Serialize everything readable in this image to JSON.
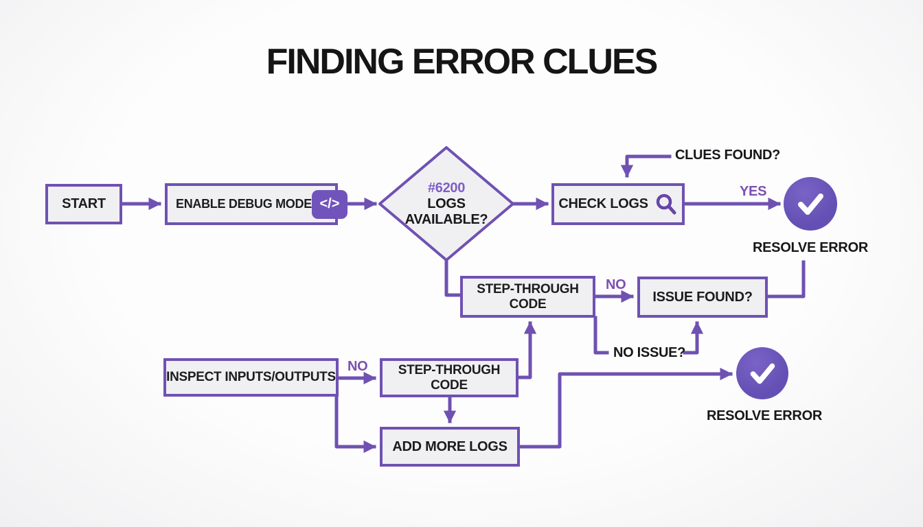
{
  "title": "FINDING ERROR CLUES",
  "colors": {
    "line": "#6f51b2",
    "boxfill": "#f0eff2",
    "circle": "#6450b4",
    "badge": "#7153bc",
    "tag": "#7e5fc5",
    "label": "#7c50ae"
  },
  "nodes": {
    "start": {
      "label": "START"
    },
    "enable_debug": {
      "label": "ENABLE DEBUG MODE",
      "icon": "</>"
    },
    "logs_available": {
      "tag": "#6200",
      "question": "LOGS AVAILABLE?"
    },
    "check_logs": {
      "label": "CHECK LOGS"
    },
    "issue_found": {
      "label": "ISSUE FOUND?"
    },
    "step_through_mid": {
      "label": "STEP-THROUGH CODE"
    },
    "inspect_io": {
      "label": "INSPECT INPUTS/OUTPUTS"
    },
    "step_through_low": {
      "label": "STEP-THROUGH CODE"
    },
    "add_more_logs": {
      "label": "ADD MORE LOGS"
    },
    "resolve_error_top": {
      "label": "RESOLVE ERROR"
    },
    "resolve_error_bottom": {
      "label": "RESOLVE ERROR"
    }
  },
  "edge_labels": {
    "clues_found": "CLUES FOUND?",
    "yes": "YES",
    "no_top": "NO",
    "no_issue": "NO ISSUE?",
    "no_bottom": "NO"
  }
}
